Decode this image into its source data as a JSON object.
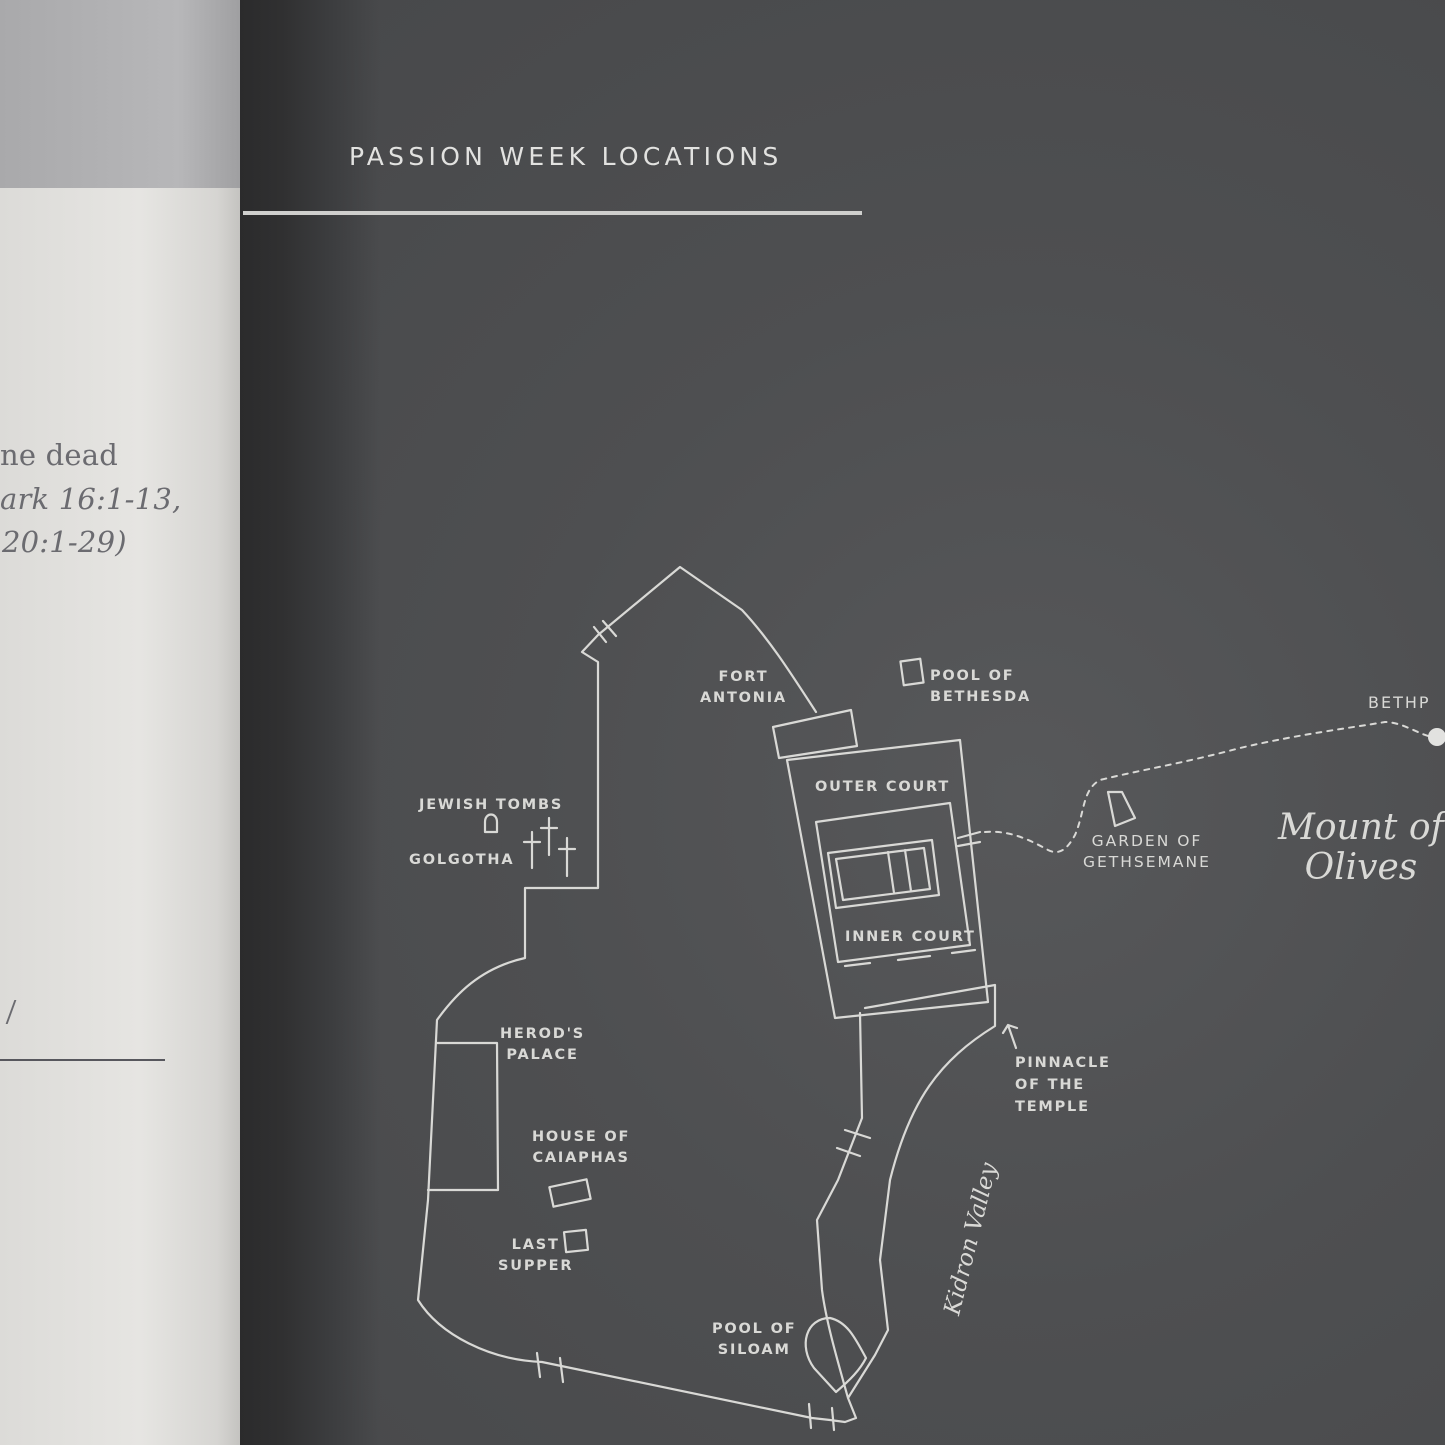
{
  "left_page": {
    "lines": [
      "ne dead",
      "ark 16:1-13,",
      "20:1-29)"
    ]
  },
  "title": "PASSION WEEK LOCATIONS",
  "labels": {
    "fort_antonia": "FORT\nANTONIA",
    "pool_bethesda": "POOL OF\nBETHESDA",
    "bethphage": "BETHP",
    "outer_court": "OUTER COURT",
    "inner_court": "INNER COURT",
    "jewish_tombs": "JEWISH TOMBS",
    "golgotha": "GOLGOTHA",
    "garden_gethsemane": "GARDEN OF\nGETHSEMANE",
    "mount_of_olives": "Mount of\nOlives",
    "herods_palace": "HEROD'S\nPALACE",
    "pinnacle_temple": "PINNACLE\nOF THE\nTEMPLE",
    "house_caiaphas": "HOUSE OF\nCAIAPHAS",
    "last_supper": "LAST\nSUPPER",
    "pool_siloam": "POOL OF\nSILOAM",
    "kidron_valley": "Kidron Valley"
  },
  "colors": {
    "background": "#4a4b4d",
    "ink": "#d9d9d6",
    "left_page": "#e3e2df"
  }
}
